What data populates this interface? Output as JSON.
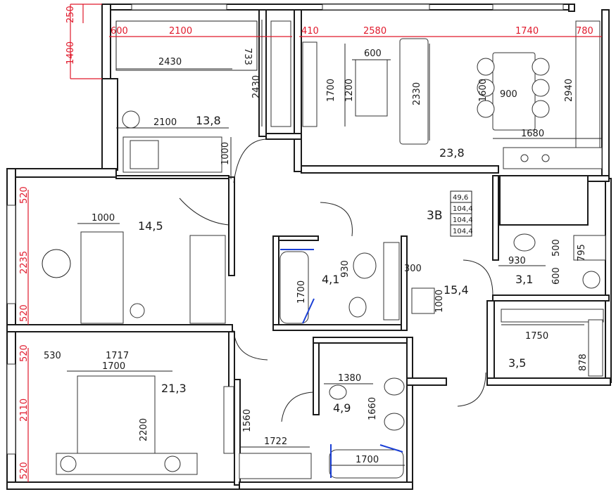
{
  "plan": {
    "apartment_type": "3В",
    "areas_table": [
      "49,6",
      "104,4",
      "104,4",
      "104,4"
    ],
    "rooms": {
      "bedroom_top_left": "13,8",
      "living_kitchen": "23,8",
      "bedroom_middle_left": "14,5",
      "bedroom_bottom_left": "21,3",
      "hall": "15,4",
      "bathroom_center": "4,1",
      "bathroom_bottom": "4,9",
      "wc_right": "3,1",
      "storage_right": "3,5"
    },
    "red_dims": {
      "top_margin": "250",
      "left_height": "1400",
      "win1_offset": "600",
      "win1_width": "2100",
      "win2_offset": "410",
      "win2_width": "2580",
      "win3_width": "1740",
      "win3_offset": "780",
      "left_w1_a": "520",
      "left_w1_b": "2235",
      "left_w1_c": "520",
      "left_w2_a": "520",
      "left_w2_b": "2110",
      "left_w2_c": "520"
    },
    "black_dims": {
      "d2430_h": "2430",
      "d733": "733",
      "d2430_v": "2430",
      "d2100": "2100",
      "d1000_v_tl": "1000",
      "d600": "600",
      "d1700": "1700",
      "d1200": "1200",
      "d2330": "2330",
      "d1600": "1600",
      "d900": "900",
      "d2940": "2940",
      "d1680": "1680",
      "d1000_h_ml": "1000",
      "d930_bath": "930",
      "d1700_bath": "1700",
      "d300": "300",
      "d1000_hall": "1000",
      "d930_wc": "930",
      "d500": "500",
      "d795": "795",
      "d600_wc": "600",
      "d1750": "1750",
      "d878": "878",
      "d530": "530",
      "d1717": "1717",
      "d1700_bed": "1700",
      "d2200": "2200",
      "d1560": "1560",
      "d1722": "1722",
      "d1380": "1380",
      "d1660": "1660",
      "d1700_tub": "1700"
    }
  }
}
